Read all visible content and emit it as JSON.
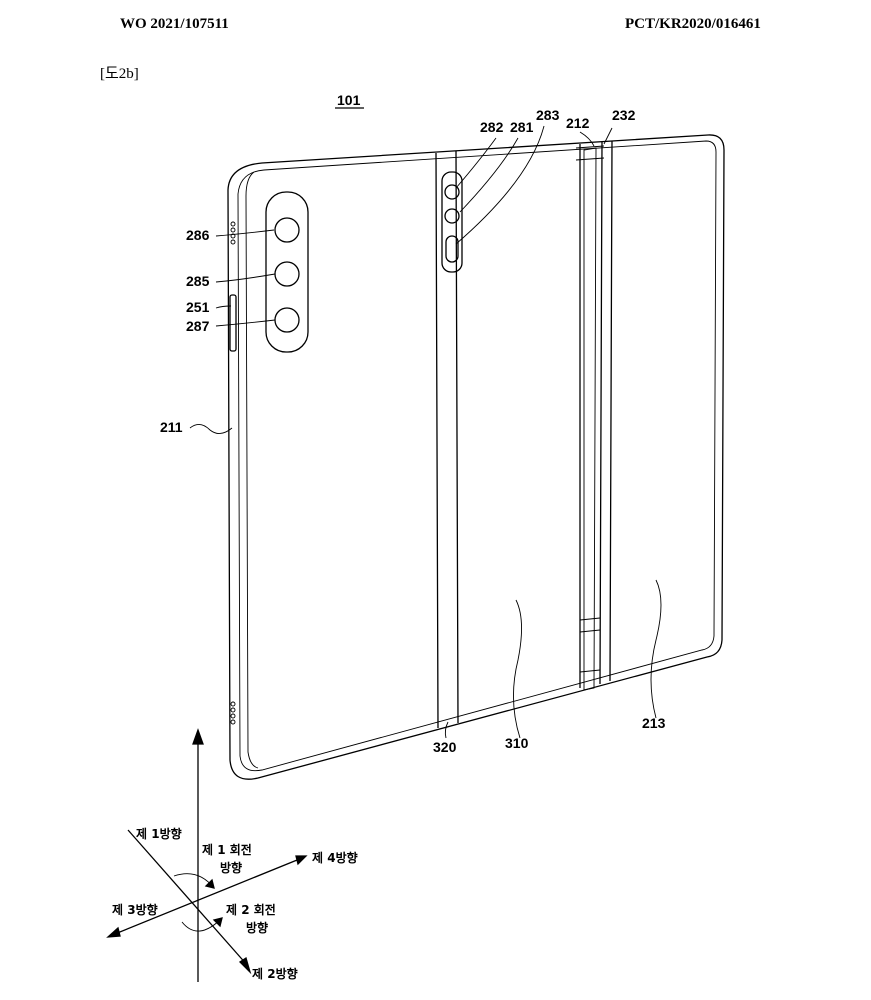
{
  "header": {
    "publication_number": "WO 2021/107511",
    "application_number": "PCT/KR2020/016461"
  },
  "figure": {
    "label": "[도2b]",
    "device_ref": "101"
  },
  "reference_numerals": {
    "r286": "286",
    "r285": "285",
    "r251": "251",
    "r287": "287",
    "r211": "211",
    "r282": "282",
    "r281": "281",
    "r283": "283",
    "r212": "212",
    "r232": "232",
    "r320": "320",
    "r310": "310",
    "r213": "213"
  },
  "directions": {
    "dir1": "제 1방향",
    "dir2": "제 2방향",
    "dir3": "제 3방향",
    "dir4": "제 4방향",
    "rot1_line1": "제 1 회전",
    "rot1_line2": "방향",
    "rot2_line1": "제 2 회전",
    "rot2_line2": "방향"
  }
}
